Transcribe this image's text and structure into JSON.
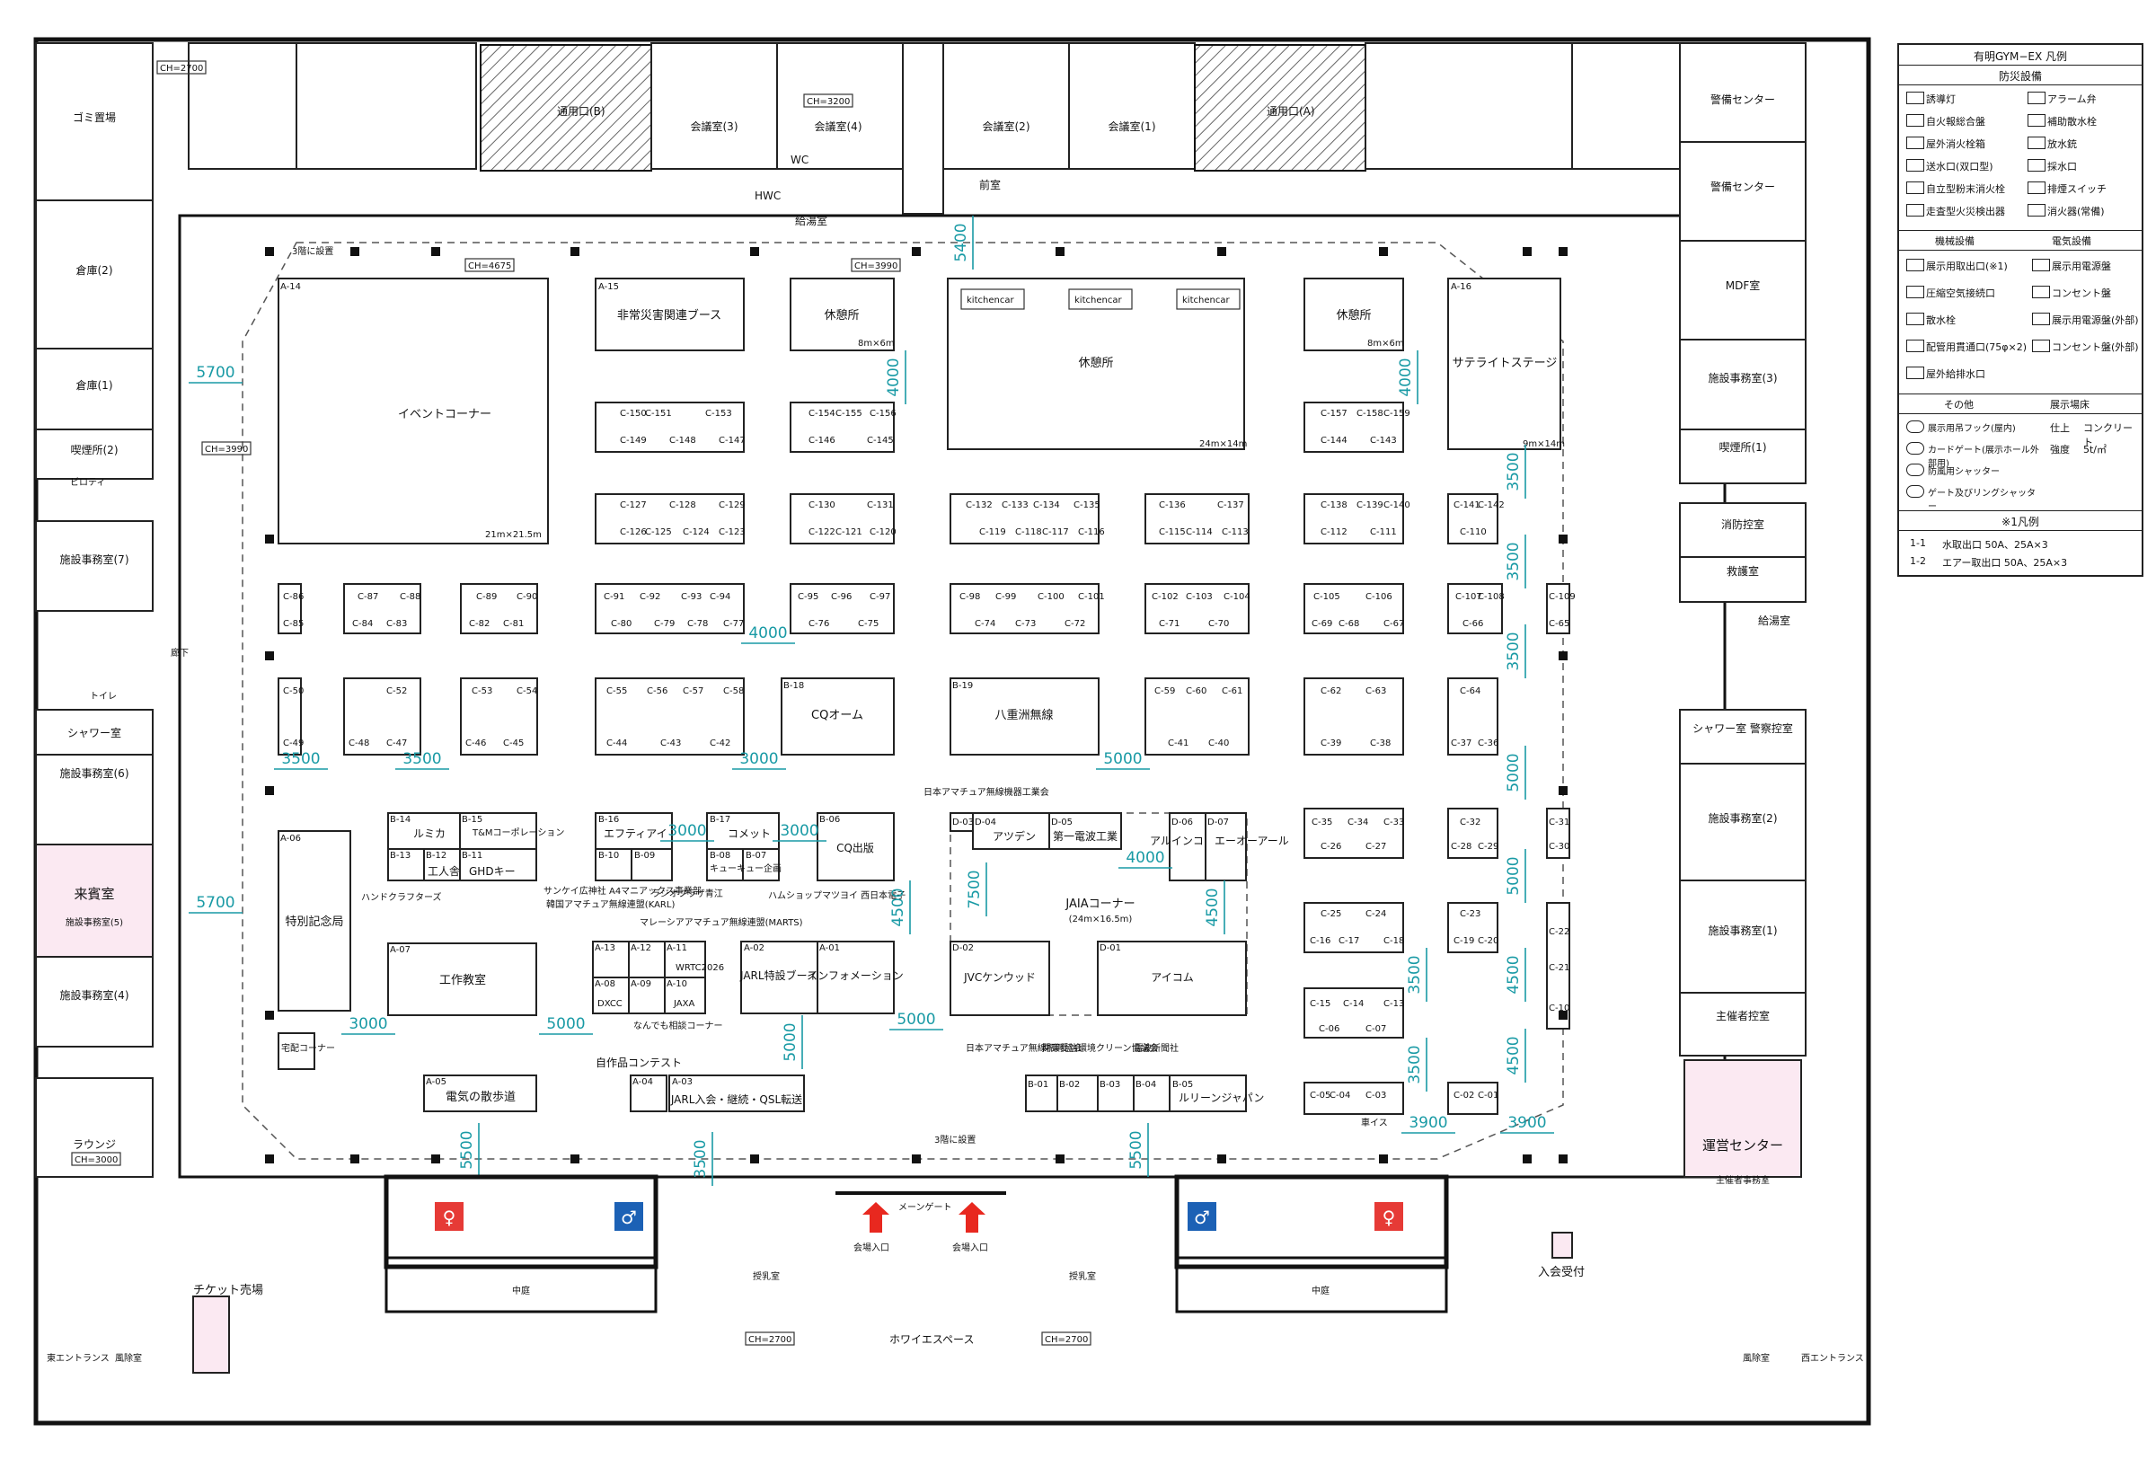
{
  "booths": [
    {
      "id": "A-14",
      "name": "イベントコーナー",
      "size": "21m×21.5m"
    },
    {
      "id": "A-15",
      "name": "非常災害関連ブース"
    },
    {
      "id": "A-16",
      "name": "サテライトステージ",
      "size": "9m×14m"
    },
    {
      "id": "A-06",
      "name": "特別記念局"
    },
    {
      "id": "A-07",
      "name": "工作教室"
    },
    {
      "id": "A-05",
      "name": "電気の散歩道"
    },
    {
      "id": "A-03",
      "name": "JARL入会・継続・QSL転送"
    },
    {
      "id": "A-04",
      "name": ""
    },
    {
      "id": "A-02",
      "name": "JARL特設ブース"
    },
    {
      "id": "A-01",
      "name": "インフォメーション"
    },
    {
      "id": "A-13",
      "name": "韓国アマチュア無線連盟(KARL)"
    },
    {
      "id": "A-12",
      "name": "マレーシアアマチュア無線連盟(MARTS)"
    },
    {
      "id": "A-11",
      "name": "WRTC2026"
    },
    {
      "id": "A-08",
      "name": "DXCC"
    },
    {
      "id": "A-09",
      "name": ""
    },
    {
      "id": "A-10",
      "name": "JAXA"
    },
    {
      "id": "B-14",
      "name": "ルミカ"
    },
    {
      "id": "B-15",
      "name": "T&Mコーポレーション"
    },
    {
      "id": "B-13",
      "name": "ハンドクラフターズ"
    },
    {
      "id": "B-12",
      "name": "工人舎"
    },
    {
      "id": "B-11",
      "name": "GHDキー"
    },
    {
      "id": "B-16",
      "name": "エフティアイ"
    },
    {
      "id": "B-17",
      "name": "コメット"
    },
    {
      "id": "B-10",
      "name": "サンケイ広神社 A4マニアックス事業部"
    },
    {
      "id": "B-09",
      "name": "ラジオプラザ青江"
    },
    {
      "id": "B-08",
      "name": "キューキュー企画"
    },
    {
      "id": "B-07",
      "name": "ハムショップマツヨイ 西日本電子"
    },
    {
      "id": "B-06",
      "name": "CQ出版"
    },
    {
      "id": "B-18",
      "name": "CQオーム"
    },
    {
      "id": "B-19",
      "name": "八重洲無線"
    },
    {
      "id": "B-01",
      "name": "日本アマチュア無線振興協会"
    },
    {
      "id": "B-02",
      "name": "関東受信環境クリーン協議会"
    },
    {
      "id": "B-03",
      "name": ""
    },
    {
      "id": "B-04",
      "name": "電波新聞社"
    },
    {
      "id": "B-05",
      "name": "ルリーンジャパン"
    },
    {
      "id": "D-03",
      "name": "日本アマチュア無線機器工業会"
    },
    {
      "id": "D-04",
      "name": "アツデン"
    },
    {
      "id": "D-05",
      "name": "第一電波工業"
    },
    {
      "id": "D-06",
      "name": "アルインコ"
    },
    {
      "id": "D-07",
      "name": "エーオーアール"
    },
    {
      "id": "D-02",
      "name": "JVCケンウッド"
    },
    {
      "id": "D-01",
      "name": "アイコム"
    }
  ],
  "labels": {
    "jaia": "JAIAコーナー",
    "jaia_size": "(24m×16.5m)",
    "rest1": "休憩所",
    "rest1_size": "8m×6m",
    "rest2": "休憩所",
    "rest2_size": "24m×14m",
    "rest3": "休憩所",
    "rest3_size": "8m×6m",
    "kitchencar": "kitchencar",
    "contest": "自作品コンテスト",
    "consult": "なんでも相談コーナー",
    "takuhai": "宅配コーナー",
    "wheelchair": "車イス",
    "main_gate": "メーンゲート",
    "entrance": "会場入口",
    "foyer": "ホワイエスペース",
    "ticket": "チケット売場",
    "join": "入会受付",
    "east_entrance": "東エントランス",
    "west_entrance": "西エントランス",
    "windbreak": "風除室",
    "nursing": "授乳室",
    "courtyard": "中庭",
    "corridor": "廊下",
    "toilet": "トイレ",
    "stage_a": "通用口(B)",
    "stage_b": "通用口(A)",
    "pilotis": "ピロティ",
    "third_floor": "3階に設置"
  },
  "rooms_left": [
    "ゴミ置場",
    "倉庫(2)",
    "倉庫(1)",
    "喫煙所(2)",
    "施設事務室(7)",
    "シャワー室",
    "施設事務室(6)",
    "来賓室",
    "施設事務室(5)",
    "施設事務室(4)",
    "ラウンジ"
  ],
  "rooms_right": [
    "警備センター",
    "警備センター",
    "MDF室",
    "施設事務室(3)",
    "喫煙所(1)",
    "消防控室",
    "救護室",
    "給湯室",
    "シャワー室 警察控室",
    "施設事務室(2)",
    "施設事務室(1)",
    "主催者控室",
    "運営センター",
    "主催者事務室"
  ],
  "top_rooms": [
    "会議室(4)",
    "会議室(3)",
    "会議室(2)",
    "会議室(1)",
    "前室",
    "給湯室",
    "WC",
    "HWC"
  ],
  "ch_values": [
    "CH=2700",
    "CH=3200",
    "CH=3990",
    "CH=4675",
    "CH=3000"
  ],
  "dims": [
    "5700",
    "5700",
    "5400",
    "4000",
    "4000",
    "3500",
    "3500",
    "3500",
    "3500",
    "3500",
    "4000",
    "3000",
    "3000",
    "3000",
    "3000",
    "7500",
    "4500",
    "4000",
    "4500",
    "5000",
    "5000",
    "5000",
    "5000",
    "3500",
    "3500",
    "4500",
    "4500",
    "5000",
    "5000",
    "5500",
    "5500",
    "3500",
    "3900",
    "3900"
  ],
  "legend": {
    "title": "有明GYM−EX 凡例",
    "s1": "防災設備",
    "disaster": [
      [
        "誘導灯",
        "アラーム弁"
      ],
      [
        "自火報総合盤",
        "補助散水栓"
      ],
      [
        "屋外消火栓箱",
        "放水銃"
      ],
      [
        "送水口(双口型)",
        "採水口"
      ],
      [
        "自立型粉末消火栓",
        "排煙スイッチ"
      ],
      [
        "走査型火災検出器",
        "消火器(常備)"
      ]
    ],
    "s2a": "機械設備",
    "s2b": "電気設備",
    "mech": [
      "展示用取出口(※1)",
      "圧縮空気接続口",
      "散水栓",
      "配管用貫通口(75φ×2)",
      "屋外給排水口"
    ],
    "elec": [
      "展示用電源盤",
      "コンセント盤",
      "展示用電源盤(外部)",
      "コンセント盤(外部)"
    ],
    "s3a": "その他",
    "s3b": "展示場床",
    "other": [
      "展示用吊フック(屋内)",
      "カードゲート(展示ホール外部用)",
      "防風用シャッター",
      "ゲート及びリングシャッター"
    ],
    "floor": [
      "仕上",
      "コンクリート",
      "強度",
      "5t/㎡"
    ],
    "note": "※1凡例",
    "n1": "1-1",
    "n1t": "水取出口 50A、25A×3",
    "n2": "1-2",
    "n2t": "エアー取出口 50A、25A×3"
  }
}
